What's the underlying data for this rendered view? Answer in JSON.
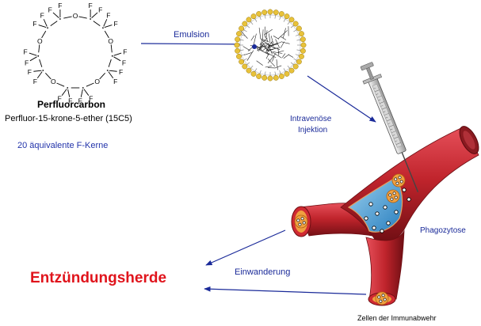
{
  "molecule": {
    "atom_f": "F",
    "atom_o": "O",
    "name": "Perfluorcarbon",
    "fullname": "Perfluor-15-krone-5-ether (15C5)",
    "nuclei": "20 äquivalente F-Kerne"
  },
  "labels": {
    "emulsion": "Emulsion",
    "injection_line1": "Intravenöse",
    "injection_line2": "Injektion",
    "phagocytosis": "Phagozytose",
    "migration": "Einwanderung",
    "target": "Entzündungsherde",
    "immune_cells": "Zellen der Immunabwehr"
  },
  "colors": {
    "arrow": "#1a2a99",
    "target_text": "#e0141c",
    "vessel": "#c0242c",
    "vessel_dark": "#7a1015",
    "vessel_inner": "#3a9ad0",
    "emulsion_shell": "#e8c23a",
    "cell": "#f0a040"
  }
}
